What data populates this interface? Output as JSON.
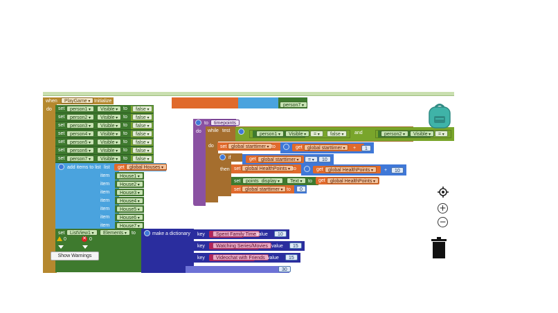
{
  "colors": {
    "event": "#b5882e",
    "setter": "#3e7a2e",
    "proc": "#8a51a2",
    "ctrl": "#a56e2e",
    "list": "#4aa3de",
    "dict": "#2a2d9e",
    "global": "#e06a2c",
    "text": "#b3245a",
    "math": "#3f78d8",
    "logic": "#79a52b"
  },
  "init_block": {
    "when": "when",
    "component": "PlayGame",
    "event": "Initialize",
    "do": "do"
  },
  "setters": [
    {
      "set": "set",
      "component": "person1",
      "prop": "Visible",
      "to": "to",
      "value": "false"
    },
    {
      "set": "set",
      "component": "person2",
      "prop": "Visible",
      "to": "to",
      "value": "false"
    },
    {
      "set": "set",
      "component": "person3",
      "prop": "Visible",
      "to": "to",
      "value": "false"
    },
    {
      "set": "set",
      "component": "person4",
      "prop": "Visible",
      "to": "to",
      "value": "false"
    },
    {
      "set": "set",
      "component": "person5",
      "prop": "Visible",
      "to": "to",
      "value": "false"
    },
    {
      "set": "set",
      "component": "person6",
      "prop": "Visible",
      "to": "to",
      "value": "false"
    },
    {
      "set": "set",
      "component": "person7",
      "prop": "Visible",
      "to": "to",
      "value": "false"
    }
  ],
  "add_items": {
    "label": "add items to list",
    "list_label": "list",
    "get": "get",
    "var": "global Houses",
    "item_label": "item",
    "items": [
      "House1",
      "House2",
      "House3",
      "House4",
      "House5",
      "House6",
      "House7"
    ]
  },
  "listview": {
    "set": "set",
    "component": "ListView1",
    "prop": "Elements",
    "to": "to"
  },
  "dictionary": {
    "label": "make a dictionary",
    "key": "key",
    "value": "value",
    "entries": [
      {
        "key": "Spent Family Time",
        "value": "10"
      },
      {
        "key": "Watching Series/Movies",
        "value": "15"
      },
      {
        "key": "Videochat with Friends",
        "value": "15"
      }
    ],
    "partial_value": "30"
  },
  "top_fragment": {
    "component": "person7"
  },
  "procedure": {
    "to": "to",
    "name": "timepoints",
    "do": "do",
    "while": "while",
    "test": "test",
    "and": "and",
    "cond_left": {
      "component": "person1",
      "prop": "Visible",
      "op": "=",
      "value": "false"
    },
    "cond_right": {
      "component": "person2",
      "prop": "Visible",
      "op": "="
    },
    "set1": {
      "set": "set",
      "var": "global starttimer",
      "to": "to",
      "get": "get",
      "get_var": "global starttimer",
      "op": "+",
      "num": "1"
    },
    "if": "if",
    "then": "then",
    "cond_if": {
      "get": "get",
      "var": "global starttimer",
      "op": "=",
      "num": "10"
    },
    "set2": {
      "set": "set",
      "var": "global HealthPoints",
      "to": "to",
      "get": "get",
      "get_var": "global HealthPoints",
      "op": "+",
      "num": "10"
    },
    "set3": {
      "set": "set",
      "component": "points_display",
      "prop": "Text",
      "to": "to",
      "get": "get",
      "get_var": "global HealthPoints"
    },
    "set4": {
      "set": "set",
      "var": "global starttimer",
      "to": "to",
      "num": "0"
    }
  },
  "warnings": {
    "warn_count": "0",
    "err_count": "0",
    "button": "Show Warnings"
  }
}
